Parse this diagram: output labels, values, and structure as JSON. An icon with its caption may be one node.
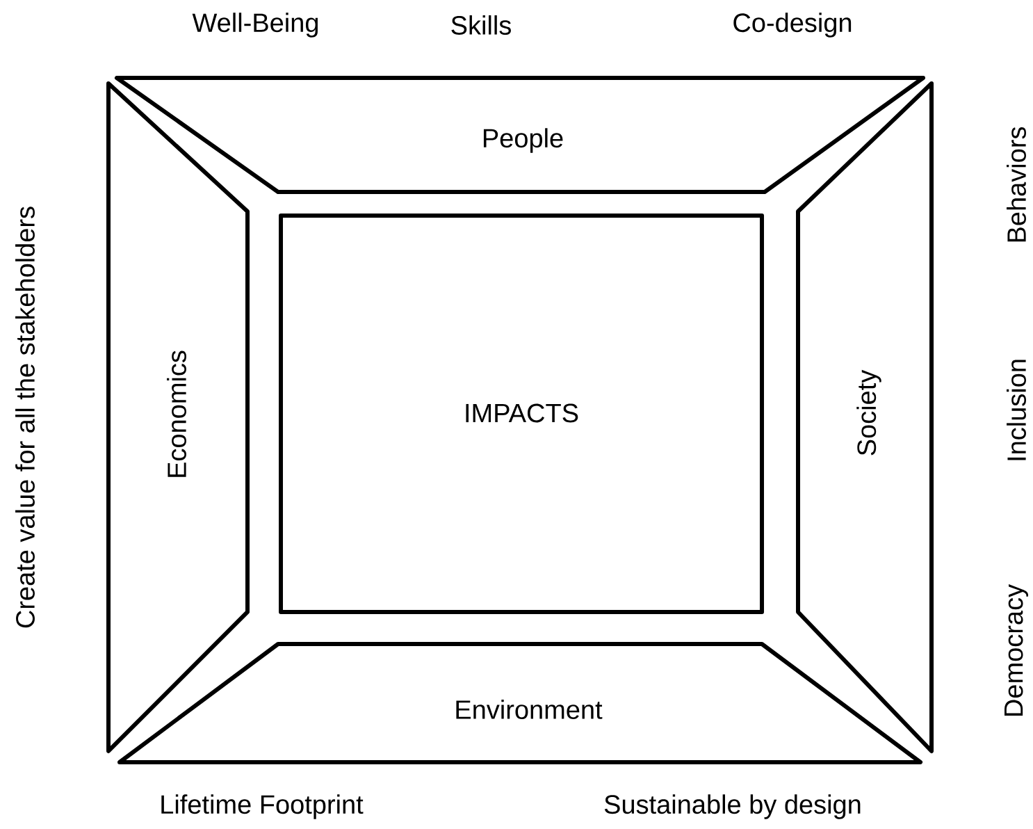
{
  "diagram": {
    "nodes": [
      {
        "text": [
          "People"
        ]
      },
      {
        "text": [
          "Economics"
        ]
      },
      {
        "text": [
          "IMPACTS"
        ]
      },
      {
        "text": [
          "Society"
        ]
      },
      {
        "text": [
          "Environment"
        ]
      }
    ],
    "labels": [
      "Well-Being",
      "Skills",
      "Co-design",
      "Create value for all the stakeholders",
      "Behaviors",
      "Inclusion",
      "Democracy",
      "Lifetime Footprint",
      "Sustainable by design"
    ]
  }
}
